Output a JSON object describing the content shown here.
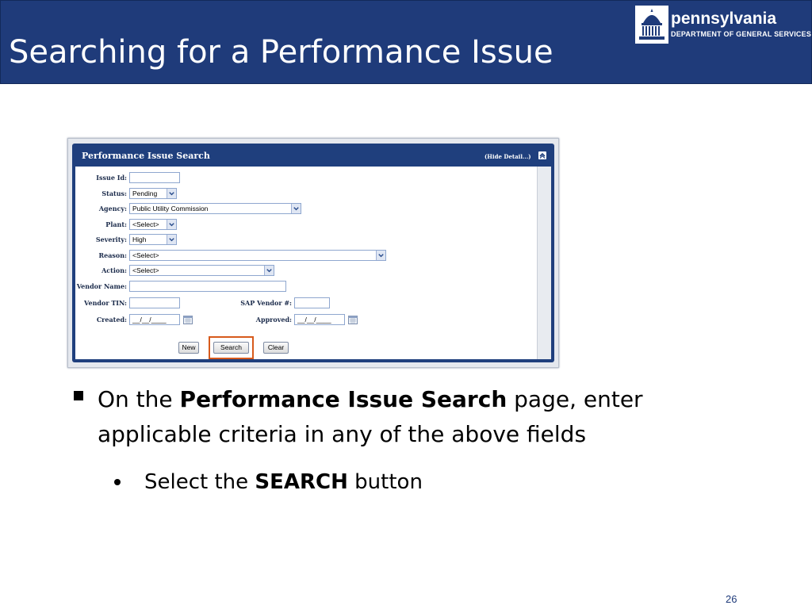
{
  "slide": {
    "title": "Searching for a Performance Issue",
    "page_number": "26"
  },
  "logo": {
    "name": "pennsylvania",
    "department": "DEPARTMENT OF GENERAL SERVICES",
    "icon": "capitol-dome-icon"
  },
  "search_panel": {
    "title": "Performance Issue Search",
    "hide_detail": "(Hide Detail...)",
    "fields": {
      "issue_id": {
        "label": "Issue Id:",
        "value": ""
      },
      "status": {
        "label": "Status:",
        "value": "Pending"
      },
      "agency": {
        "label": "Agency:",
        "value": "Public Utility Commission"
      },
      "plant": {
        "label": "Plant:",
        "value": "<Select>"
      },
      "severity": {
        "label": "Severity:",
        "value": "High"
      },
      "reason": {
        "label": "Reason:",
        "value": "<Select>"
      },
      "action": {
        "label": "Action:",
        "value": "<Select>"
      },
      "vendor_name": {
        "label": "Vendor Name:",
        "value": ""
      },
      "vendor_tin": {
        "label": "Vendor TIN:",
        "value": ""
      },
      "sap_vendor": {
        "label": "SAP Vendor #:",
        "value": ""
      },
      "created": {
        "label": "Created:",
        "value": "__/__/____"
      },
      "approved": {
        "label": "Approved:",
        "value": "__/__/____"
      }
    },
    "buttons": {
      "new": "New",
      "search": "Search",
      "clear": "Clear"
    },
    "highlight_color": "#d75a1c"
  },
  "bullets": {
    "first": {
      "prefix": "On the ",
      "bold": "Performance Issue Search",
      "suffix": " page, enter applicable criteria in any of the above fields"
    },
    "second": {
      "prefix": "Select the ",
      "bold": "SEARCH",
      "suffix": " button"
    }
  },
  "colors": {
    "title_bar": "#1f3b7a",
    "panel_header": "#1f3f7d"
  }
}
